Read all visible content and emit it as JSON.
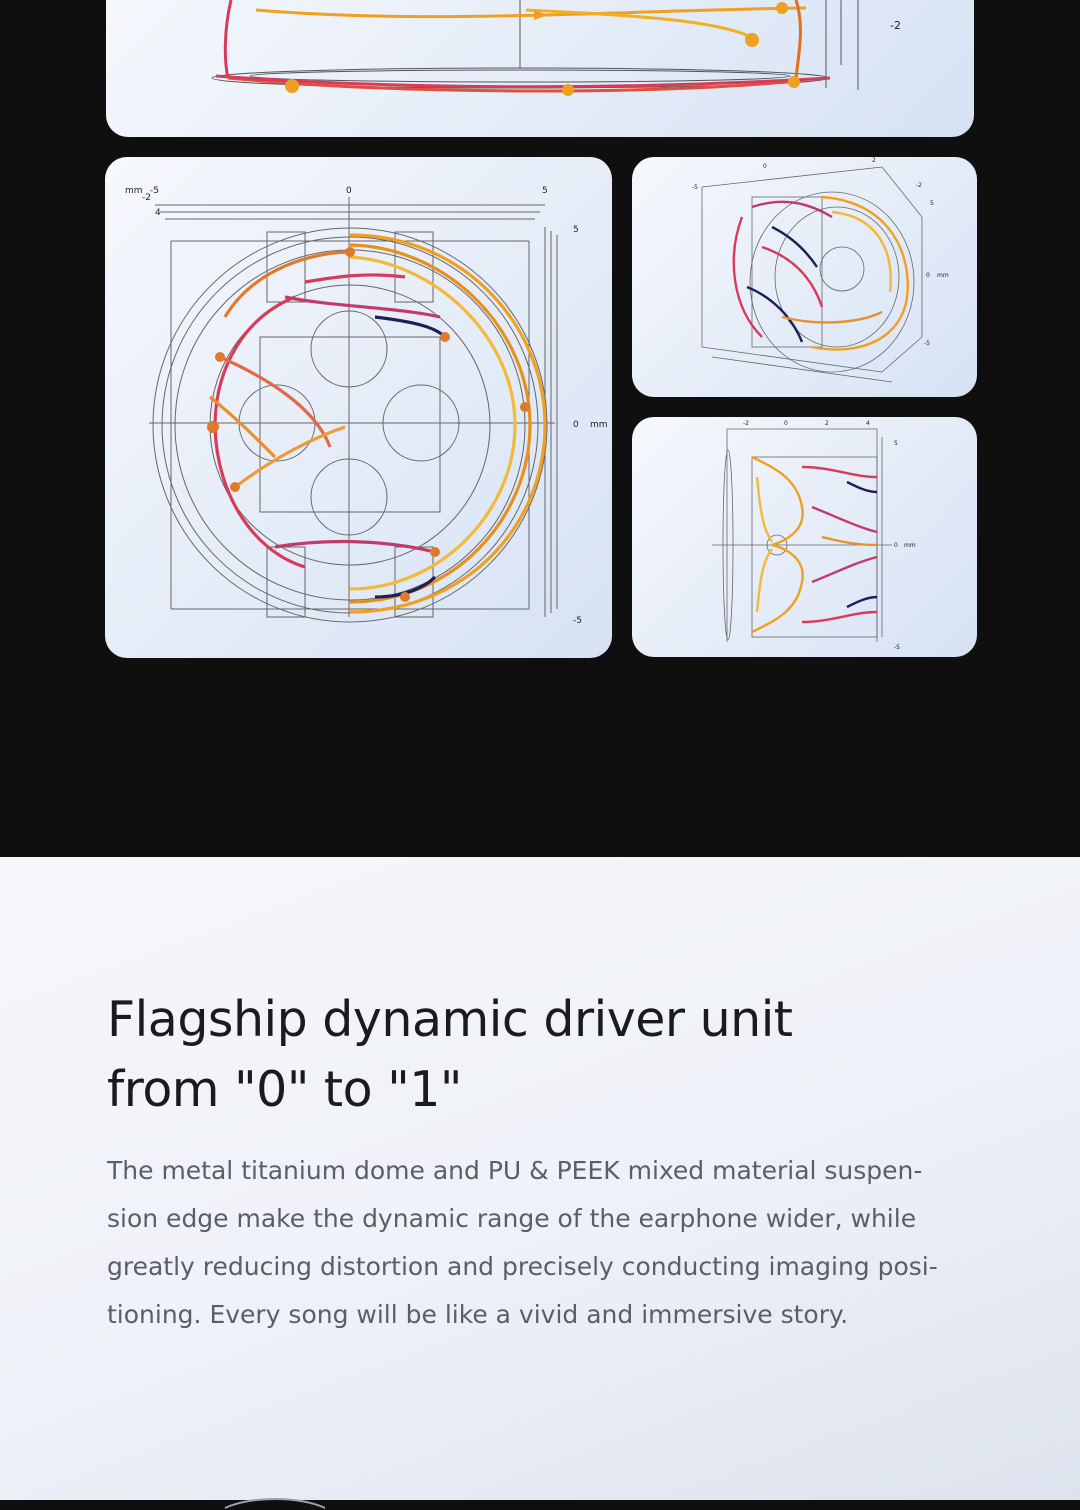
{
  "top_card": {
    "tick_label": "-2"
  },
  "left_card": {
    "unit_label": "mm",
    "top_ticks": [
      "-5",
      "0",
      "5"
    ],
    "side_ticks": [
      "-2",
      "4"
    ],
    "right_ticks": [
      "5",
      "0",
      "-5"
    ],
    "axis_unit": "mm"
  },
  "right_top_card": {
    "ticks": [
      "0",
      "2",
      "-5",
      "-2",
      "5",
      "0",
      "-5"
    ],
    "unit_label": "mm"
  },
  "right_bottom_card": {
    "top_ticks": [
      "-2",
      "0",
      "2",
      "4"
    ],
    "side_ticks": [
      "5",
      "0",
      "-5"
    ],
    "unit_label": "mm"
  },
  "headline": {
    "line1": "Flagship dynamic driver unit",
    "line2": "from \"0\" to \"1\""
  },
  "description": {
    "lines": [
      "The metal titanium dome and PU & PEEK mixed material suspen-",
      "sion edge make the dynamic range of the earphone wider, while",
      "greatly reducing distortion and precisely conducting imaging posi-",
      "tioning. Every song will be like a vivid and immersive story."
    ]
  },
  "colors": {
    "dark_bg": "#0f0f10",
    "flow_orange": "#f0a020",
    "flow_red": "#d93a5a",
    "flow_navy": "#1c1f5a"
  }
}
